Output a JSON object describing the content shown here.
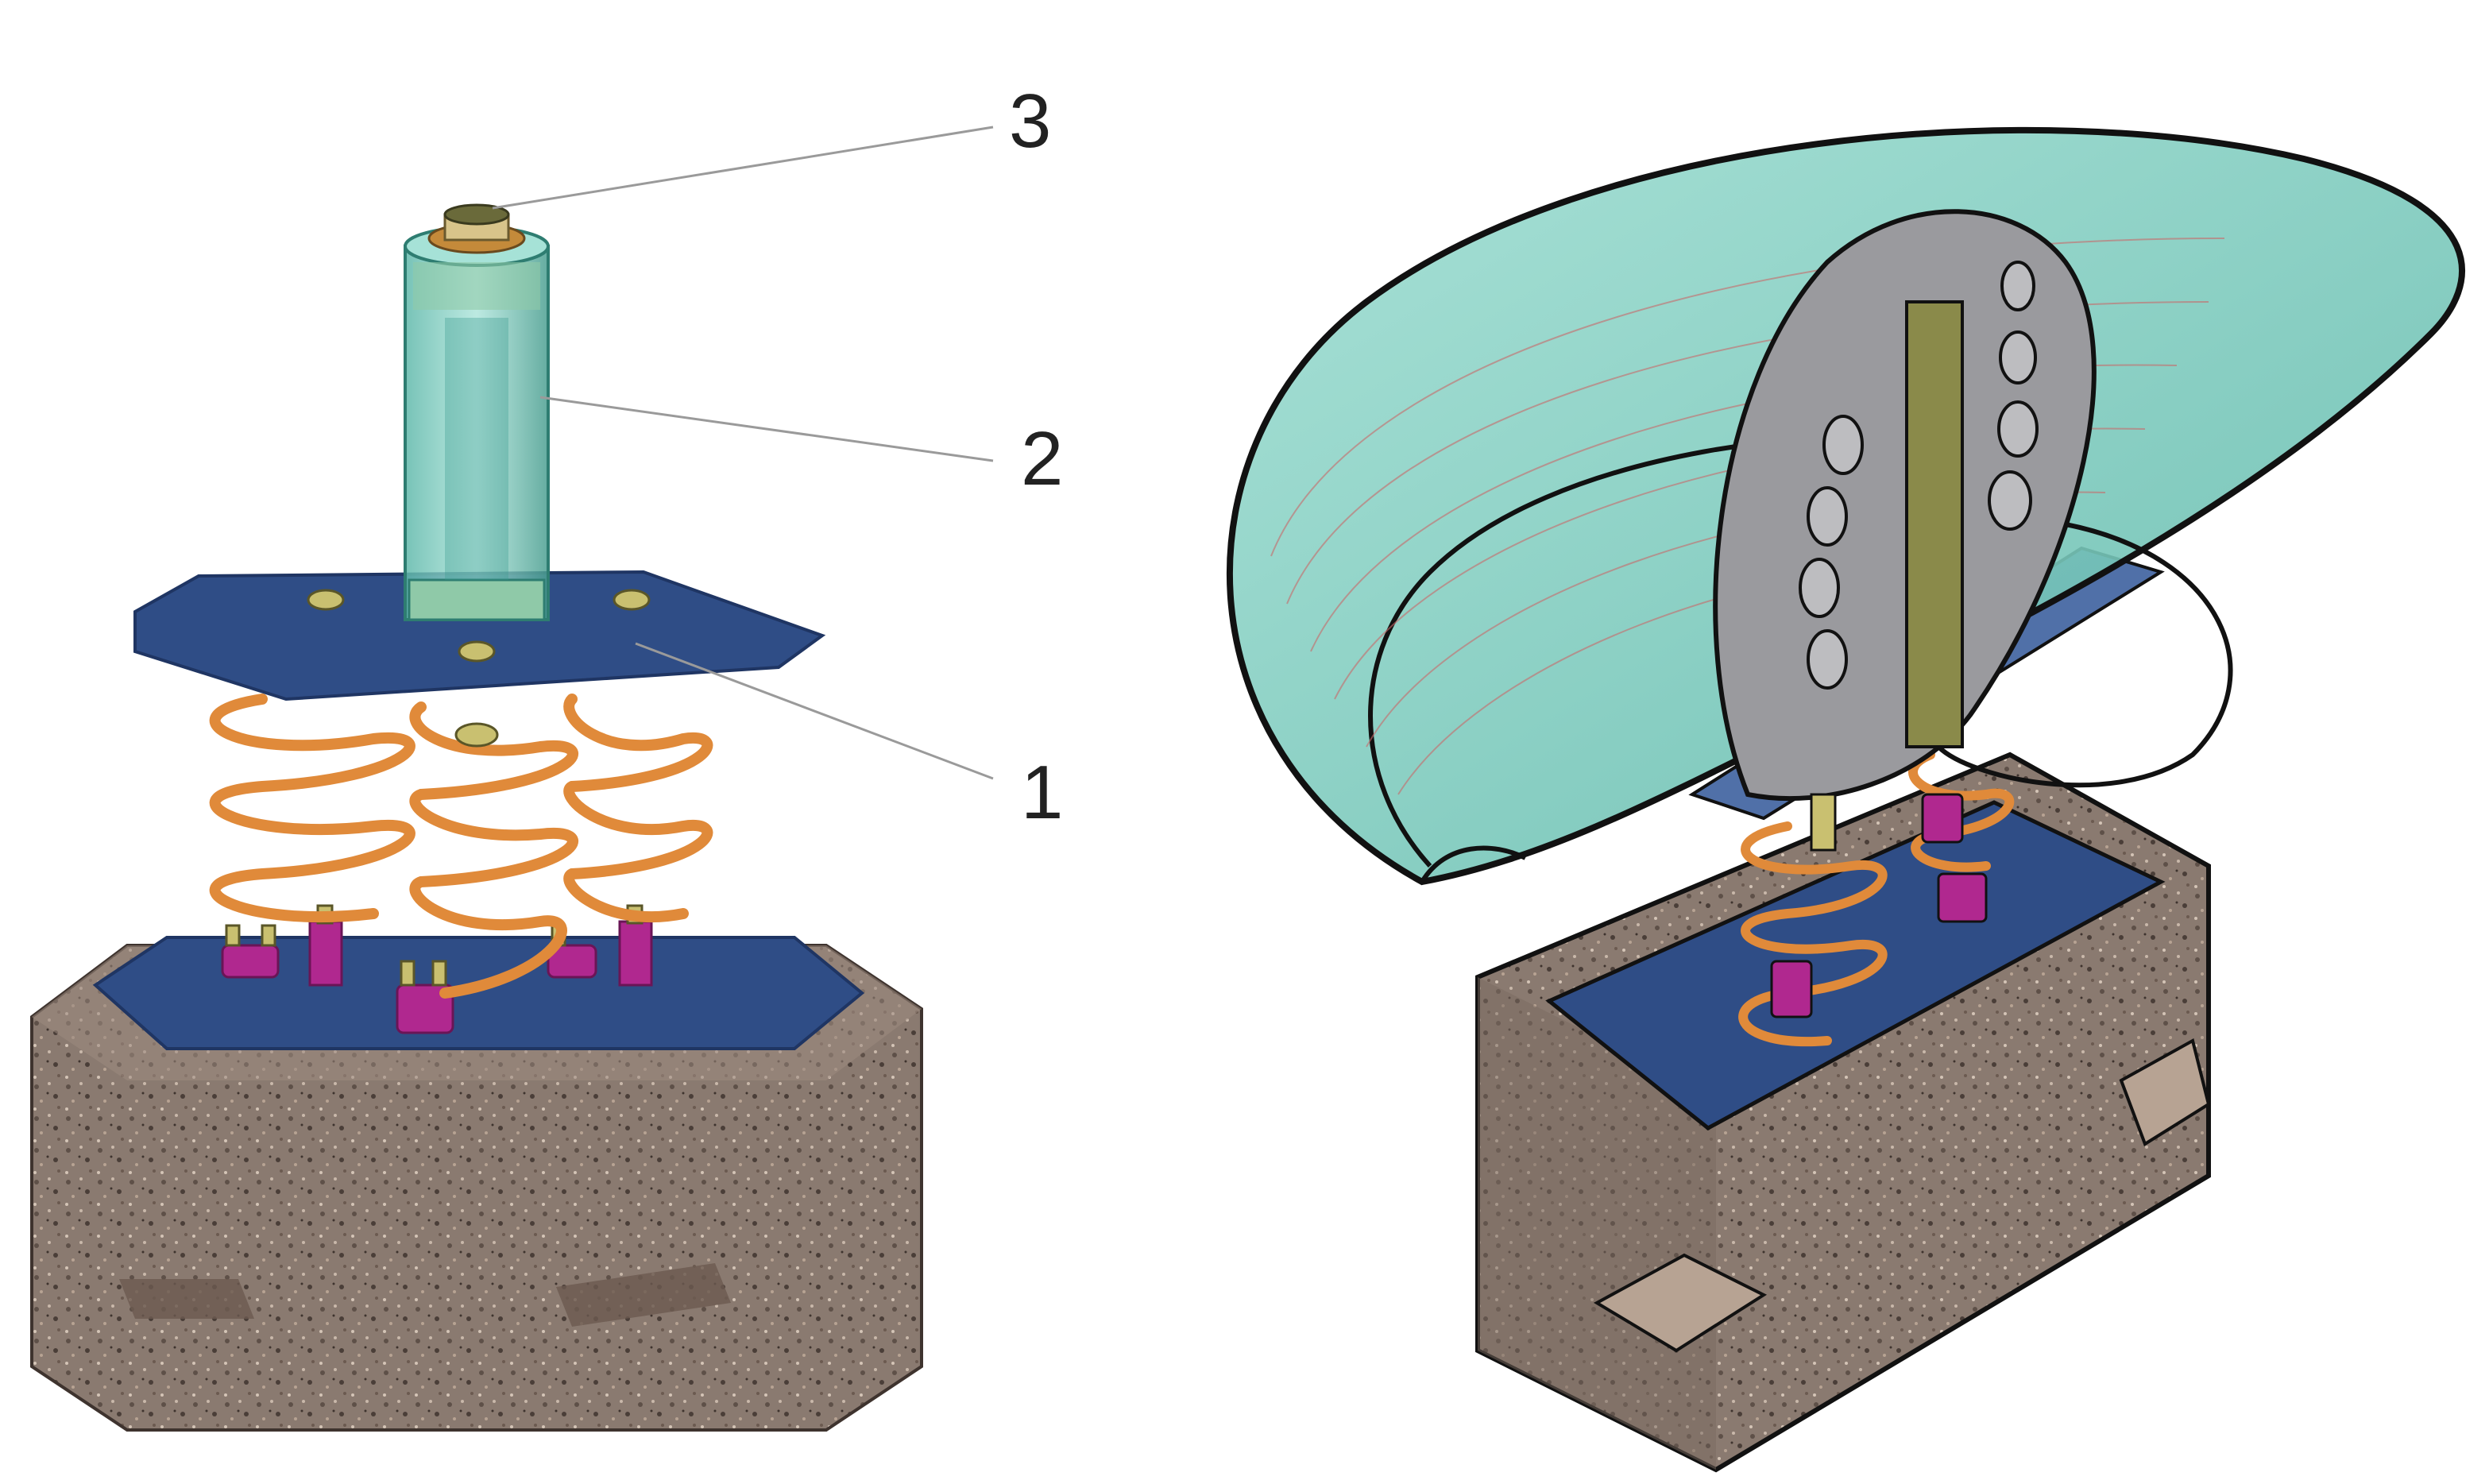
{
  "figure": {
    "callouts": [
      {
        "label": "1",
        "points_to": "top-mounting-plate"
      },
      {
        "label": "2",
        "points_to": "transparent-cylinder"
      },
      {
        "label": "3",
        "points_to": "top-cap"
      }
    ]
  },
  "colors": {
    "granite_base": "#8a7a70",
    "granite_dark": "#5e5048",
    "plate_blue": "#2f4d86",
    "plate_blue_dark": "#1f3563",
    "spring_orange": "#e08a3a",
    "clamp_magenta": "#b0288f",
    "glass_teal": "#7fd1c4",
    "glass_teal_dark": "#3a9b8e",
    "bracket_gray": "#9a9a9e",
    "rod_olive": "#8a8a4a",
    "callout_text": "#222222",
    "leader_line": "#9a9a9a"
  }
}
